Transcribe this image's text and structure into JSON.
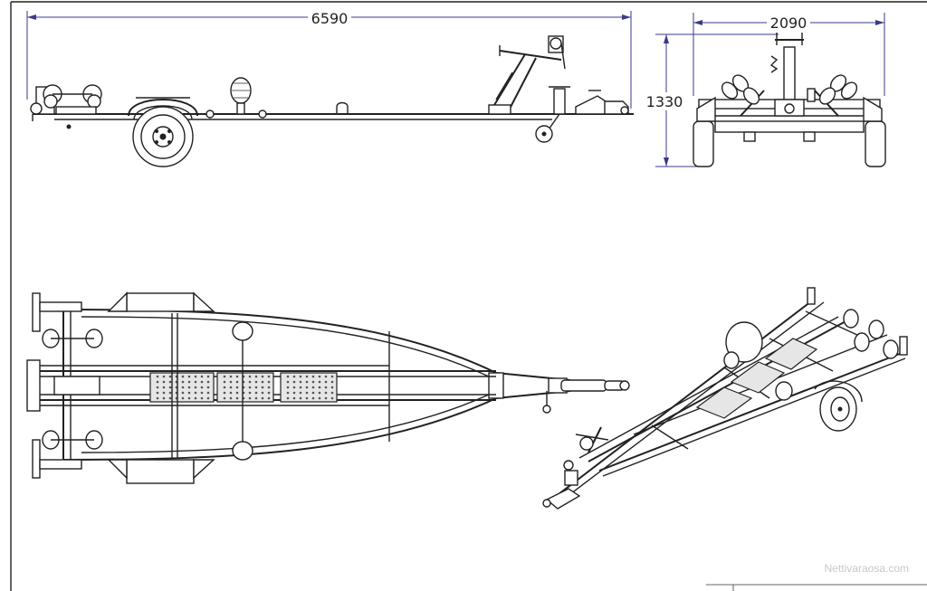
{
  "dimensions": {
    "length": "6590",
    "width": "2090",
    "height": "1330"
  },
  "watermark": "Nettivaraosa.com"
}
